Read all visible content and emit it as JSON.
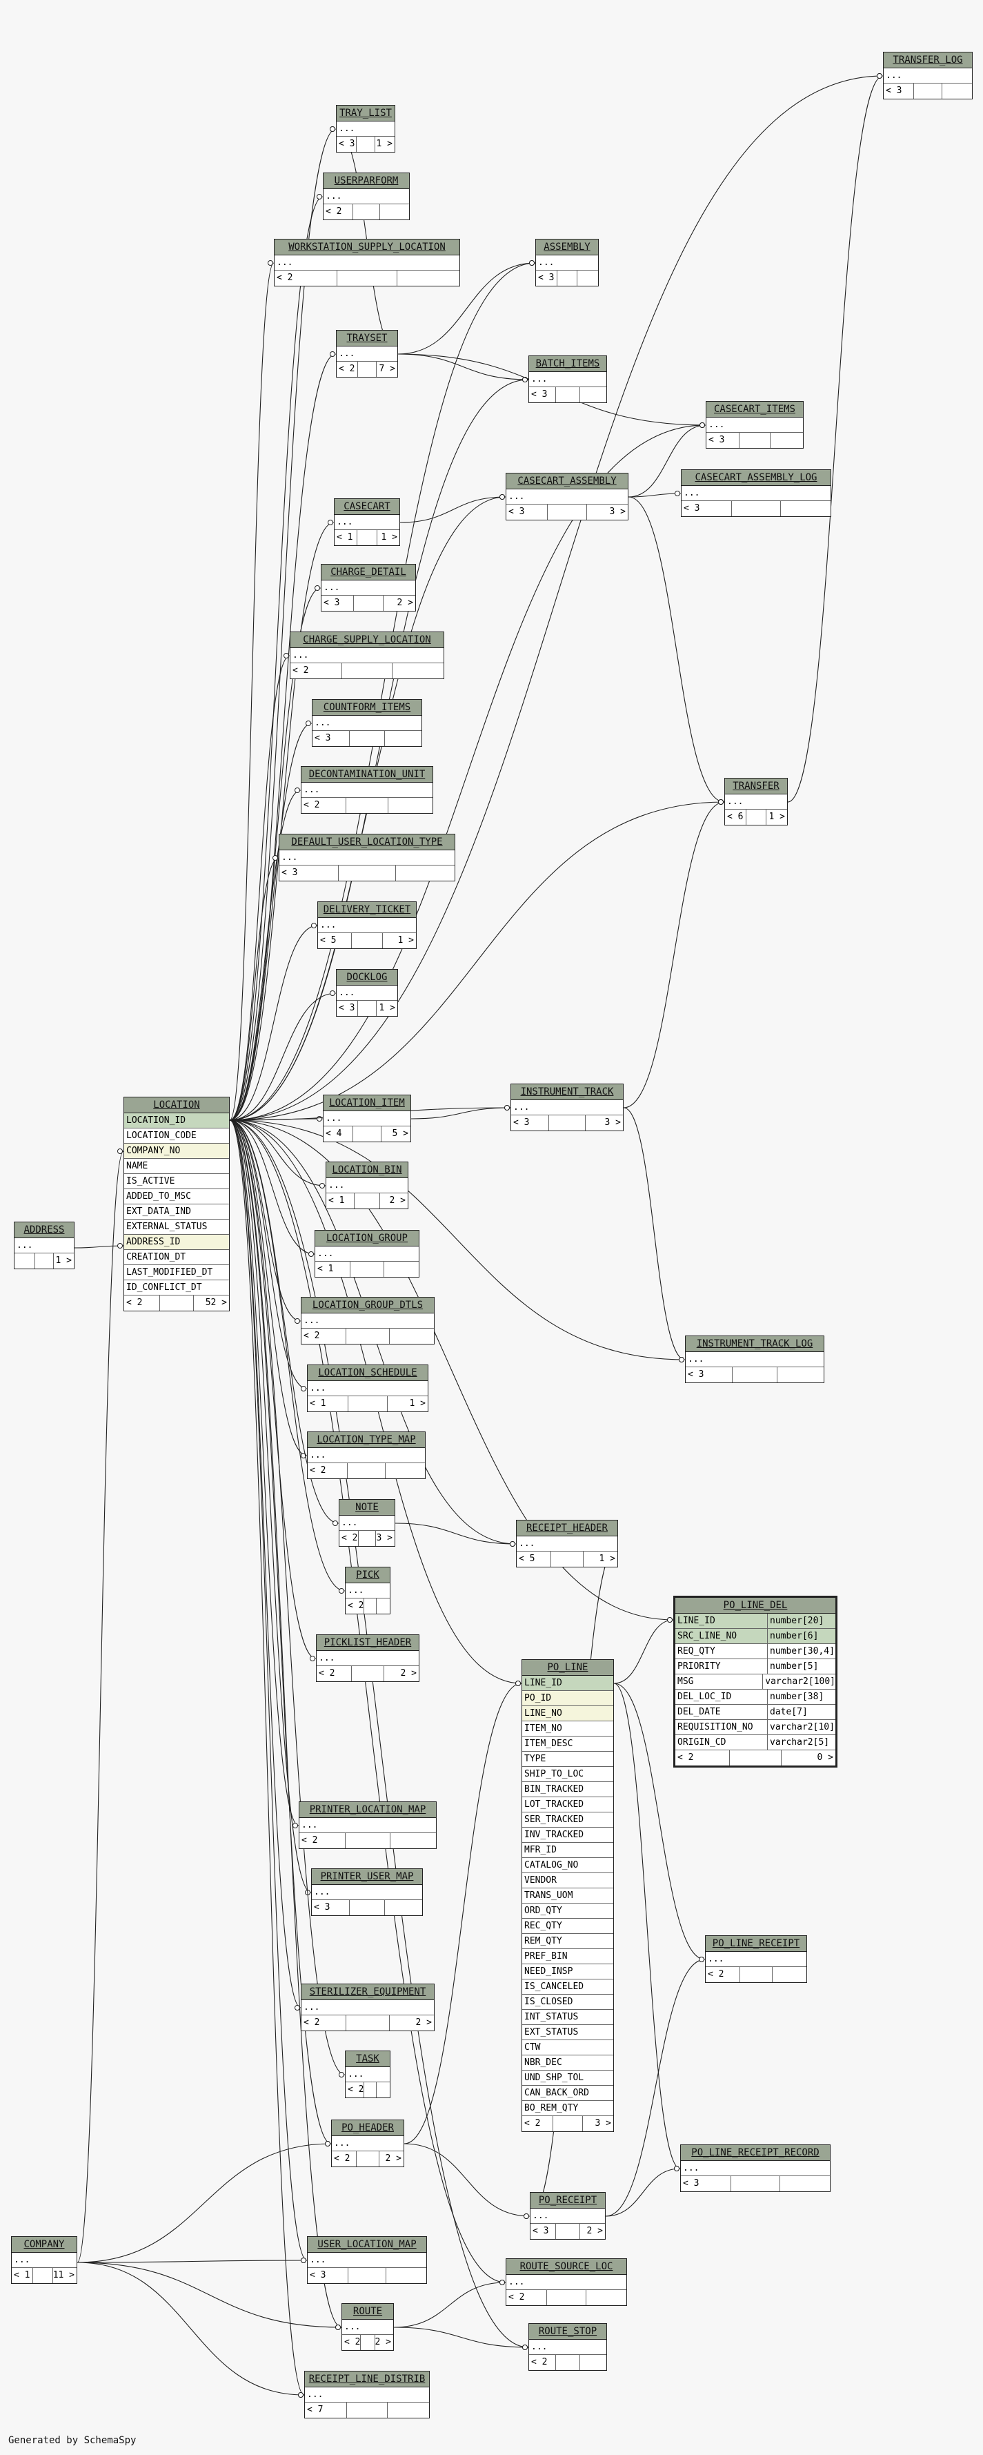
{
  "footer_text": "Generated by SchemaSpy",
  "tables": {
    "TRANSFER_LOG": {
      "name": "TRANSFER_LOG",
      "rows": [
        "..."
      ],
      "footer": [
        "< 3",
        "",
        ""
      ]
    },
    "TRAY_LIST": {
      "name": "TRAY_LIST",
      "rows": [
        "..."
      ],
      "footer": [
        "< 3",
        "",
        "1 >"
      ]
    },
    "USERPARFORM": {
      "name": "USERPARFORM",
      "rows": [
        "..."
      ],
      "footer": [
        "< 2",
        "",
        ""
      ]
    },
    "WORKSTATION_SUPPLY_LOCATION": {
      "name": "WORKSTATION_SUPPLY_LOCATION",
      "rows": [
        "..."
      ],
      "footer": [
        "< 2",
        "",
        ""
      ]
    },
    "ASSEMBLY": {
      "name": "ASSEMBLY",
      "rows": [
        "..."
      ],
      "footer": [
        "< 3",
        "",
        ""
      ]
    },
    "TRAYSET": {
      "name": "TRAYSET",
      "rows": [
        "..."
      ],
      "footer": [
        "< 2",
        "",
        "7 >"
      ]
    },
    "BATCH_ITEMS": {
      "name": "BATCH_ITEMS",
      "rows": [
        "..."
      ],
      "footer": [
        "< 3",
        "",
        ""
      ]
    },
    "CASECART_ITEMS": {
      "name": "CASECART_ITEMS",
      "rows": [
        "..."
      ],
      "footer": [
        "< 3",
        "",
        ""
      ]
    },
    "CASECART_ASSEMBLY": {
      "name": "CASECART_ASSEMBLY",
      "rows": [
        "..."
      ],
      "footer": [
        "< 3",
        "",
        "3 >"
      ]
    },
    "CASECART_ASSEMBLY_LOG": {
      "name": "CASECART_ASSEMBLY_LOG",
      "rows": [
        "..."
      ],
      "footer": [
        "< 3",
        "",
        ""
      ]
    },
    "CASECART": {
      "name": "CASECART",
      "rows": [
        "..."
      ],
      "footer": [
        "< 1",
        "",
        "1 >"
      ]
    },
    "CHARGE_DETAIL": {
      "name": "CHARGE_DETAIL",
      "rows": [
        "..."
      ],
      "footer": [
        "< 3",
        "",
        "2 >"
      ]
    },
    "CHARGE_SUPPLY_LOCATION": {
      "name": "CHARGE_SUPPLY_LOCATION",
      "rows": [
        "..."
      ],
      "footer": [
        "< 2",
        "",
        ""
      ]
    },
    "COUNTFORM_ITEMS": {
      "name": "COUNTFORM_ITEMS",
      "rows": [
        "..."
      ],
      "footer": [
        "< 3",
        "",
        ""
      ]
    },
    "DECONTAMINATION_UNIT": {
      "name": "DECONTAMINATION_UNIT",
      "rows": [
        "..."
      ],
      "footer": [
        "< 2",
        "",
        ""
      ]
    },
    "DEFAULT_USER_LOCATION_TYPE": {
      "name": "DEFAULT_USER_LOCATION_TYPE",
      "rows": [
        "..."
      ],
      "footer": [
        "< 3",
        "",
        ""
      ]
    },
    "TRANSFER": {
      "name": "TRANSFER",
      "rows": [
        "..."
      ],
      "footer": [
        "< 6",
        "",
        "1 >"
      ]
    },
    "DELIVERY_TICKET": {
      "name": "DELIVERY_TICKET",
      "rows": [
        "..."
      ],
      "footer": [
        "< 5",
        "",
        "1 >"
      ]
    },
    "DOCKLOG": {
      "name": "DOCKLOG",
      "rows": [
        "..."
      ],
      "footer": [
        "< 3",
        "",
        "1 >"
      ]
    },
    "LOCATION": {
      "name": "LOCATION",
      "rows": [
        "LOCATION_ID",
        "LOCATION_CODE",
        "COMPANY_NO",
        "NAME",
        "IS_ACTIVE",
        "ADDED_TO_MSC",
        "EXT_DATA_IND",
        "EXTERNAL_STATUS",
        "ADDRESS_ID",
        "CREATION_DT",
        "LAST_MODIFIED_DT",
        "ID_CONFLICT_DT"
      ],
      "footer": [
        "< 2",
        "",
        "52 >"
      ]
    },
    "INSTRUMENT_TRACK": {
      "name": "INSTRUMENT_TRACK",
      "rows": [
        "..."
      ],
      "footer": [
        "< 3",
        "",
        "3 >"
      ]
    },
    "LOCATION_ITEM": {
      "name": "LOCATION_ITEM",
      "rows": [
        "..."
      ],
      "footer": [
        "< 4",
        "",
        "5 >"
      ]
    },
    "LOCATION_BIN": {
      "name": "LOCATION_BIN",
      "rows": [
        "..."
      ],
      "footer": [
        "< 1",
        "",
        "2 >"
      ]
    },
    "ADDRESS": {
      "name": "ADDRESS",
      "rows": [
        "..."
      ],
      "footer": [
        "",
        "",
        "1 >"
      ]
    },
    "LOCATION_GROUP": {
      "name": "LOCATION_GROUP",
      "rows": [
        "..."
      ],
      "footer": [
        "< 1",
        "",
        ""
      ]
    },
    "LOCATION_GROUP_DTLS": {
      "name": "LOCATION_GROUP_DTLS",
      "rows": [
        "..."
      ],
      "footer": [
        "< 2",
        "",
        ""
      ]
    },
    "INSTRUMENT_TRACK_LOG": {
      "name": "INSTRUMENT_TRACK_LOG",
      "rows": [
        "..."
      ],
      "footer": [
        "< 3",
        "",
        ""
      ]
    },
    "LOCATION_SCHEDULE": {
      "name": "LOCATION_SCHEDULE",
      "rows": [
        "..."
      ],
      "footer": [
        "< 1",
        "",
        "1 >"
      ]
    },
    "LOCATION_TYPE_MAP": {
      "name": "LOCATION_TYPE_MAP",
      "rows": [
        "..."
      ],
      "footer": [
        "< 2",
        "",
        ""
      ]
    },
    "NOTE": {
      "name": "NOTE",
      "rows": [
        "..."
      ],
      "footer": [
        "< 2",
        "",
        "3 >"
      ]
    },
    "RECEIPT_HEADER": {
      "name": "RECEIPT_HEADER",
      "rows": [
        "..."
      ],
      "footer": [
        "< 5",
        "",
        "1 >"
      ]
    },
    "PICK": {
      "name": "PICK",
      "rows": [
        "..."
      ],
      "footer": [
        "< 2",
        "",
        ""
      ]
    },
    "PICKLIST_HEADER": {
      "name": "PICKLIST_HEADER",
      "rows": [
        "..."
      ],
      "footer": [
        "< 2",
        "",
        "2 >"
      ]
    },
    "PO_LINE": {
      "name": "PO_LINE",
      "rows": [
        "LINE_ID",
        "PO_ID",
        "LINE_NO",
        "ITEM_NO",
        "ITEM_DESC",
        "TYPE",
        "SHIP_TO_LOC",
        "BIN_TRACKED",
        "LOT_TRACKED",
        "SER_TRACKED",
        "INV_TRACKED",
        "MFR_ID",
        "CATALOG_NO",
        "VENDOR",
        "TRANS_UOM",
        "ORD_QTY",
        "REC_QTY",
        "REM_QTY",
        "PREF_BIN",
        "NEED_INSP",
        "IS_CANCELED",
        "IS_CLOSED",
        "INT_STATUS",
        "EXT_STATUS",
        "CTW",
        "NBR_DEC",
        "UND_SHP_TOL",
        "CAN_BACK_ORD",
        "BO_REM_QTY"
      ],
      "footer": [
        "< 2",
        "",
        "3 >"
      ]
    },
    "PO_LINE_DEL": {
      "name": "PO_LINE_DEL",
      "rows": [
        {
          "col": "LINE_ID",
          "type": "number[20]"
        },
        {
          "col": "SRC_LINE_NO",
          "type": "number[6]"
        },
        {
          "col": "REQ_QTY",
          "type": "number[30,4]"
        },
        {
          "col": "PRIORITY",
          "type": "number[5]"
        },
        {
          "col": "MSG",
          "type": "varchar2[100]"
        },
        {
          "col": "DEL_LOC_ID",
          "type": "number[38]"
        },
        {
          "col": "DEL_DATE",
          "type": "date[7]"
        },
        {
          "col": "REQUISITION_NO",
          "type": "varchar2[10]"
        },
        {
          "col": "ORIGIN_CD",
          "type": "varchar2[5]"
        }
      ],
      "footer": [
        "< 2",
        "",
        "0 >"
      ]
    },
    "PRINTER_LOCATION_MAP": {
      "name": "PRINTER_LOCATION_MAP",
      "rows": [
        "..."
      ],
      "footer": [
        "< 2",
        "",
        ""
      ]
    },
    "PRINTER_USER_MAP": {
      "name": "PRINTER_USER_MAP",
      "rows": [
        "..."
      ],
      "footer": [
        "< 3",
        "",
        ""
      ]
    },
    "PO_LINE_RECEIPT": {
      "name": "PO_LINE_RECEIPT",
      "rows": [
        "..."
      ],
      "footer": [
        "< 2",
        "",
        ""
      ]
    },
    "STERILIZER_EQUIPMENT": {
      "name": "STERILIZER_EQUIPMENT",
      "rows": [
        "..."
      ],
      "footer": [
        "< 2",
        "",
        "2 >"
      ]
    },
    "TASK": {
      "name": "TASK",
      "rows": [
        "..."
      ],
      "footer": [
        "< 2",
        "",
        ""
      ]
    },
    "PO_HEADER": {
      "name": "PO_HEADER",
      "rows": [
        "..."
      ],
      "footer": [
        "< 2",
        "",
        "2 >"
      ]
    },
    "PO_LINE_RECEIPT_RECORD": {
      "name": "PO_LINE_RECEIPT_RECORD",
      "rows": [
        "..."
      ],
      "footer": [
        "< 3",
        "",
        ""
      ]
    },
    "PO_RECEIPT": {
      "name": "PO_RECEIPT",
      "rows": [
        "..."
      ],
      "footer": [
        "< 3",
        "",
        "2 >"
      ]
    },
    "COMPANY": {
      "name": "COMPANY",
      "rows": [
        "..."
      ],
      "footer": [
        "< 1",
        "",
        "11 >"
      ]
    },
    "USER_LOCATION_MAP": {
      "name": "USER_LOCATION_MAP",
      "rows": [
        "..."
      ],
      "footer": [
        "< 3",
        "",
        ""
      ]
    },
    "ROUTE_SOURCE_LOC": {
      "name": "ROUTE_SOURCE_LOC",
      "rows": [
        "..."
      ],
      "footer": [
        "< 2",
        "",
        ""
      ]
    },
    "ROUTE": {
      "name": "ROUTE",
      "rows": [
        "..."
      ],
      "footer": [
        "< 2",
        "",
        "2 >"
      ]
    },
    "ROUTE_STOP": {
      "name": "ROUTE_STOP",
      "rows": [
        "..."
      ],
      "footer": [
        "< 2",
        "",
        ""
      ]
    },
    "RECEIPT_LINE_DISTRIB": {
      "name": "RECEIPT_LINE_DISTRIB",
      "rows": [
        "..."
      ],
      "footer": [
        "< 7",
        "",
        ""
      ]
    }
  }
}
